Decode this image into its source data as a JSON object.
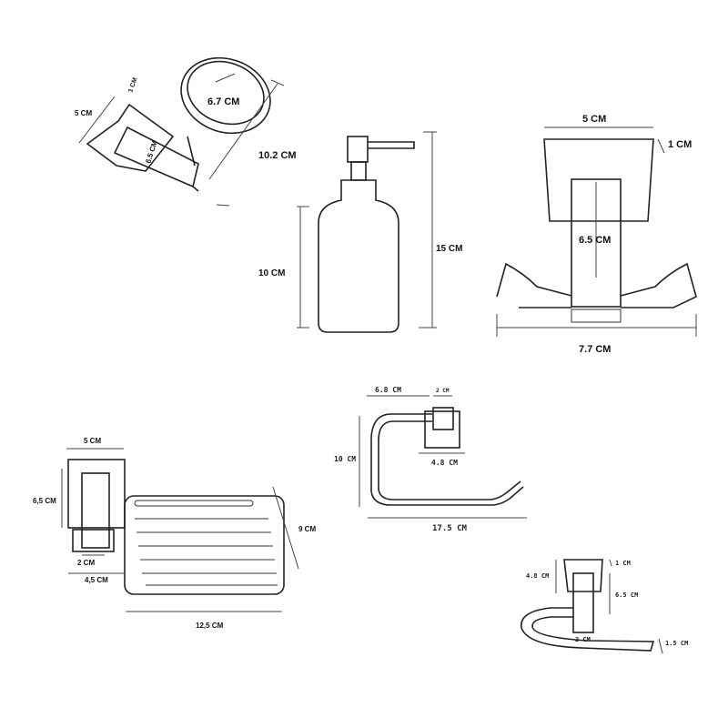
{
  "products": {
    "tumbler_holder": {
      "depth_1": "1 CM",
      "plate": "5 CM",
      "diameter": "6.7 CM",
      "arm": "6.5 CM",
      "length": "10.2 CM"
    },
    "soap_dispenser": {
      "body_height": "10 CM",
      "total_height": "15 CM"
    },
    "robe_hook": {
      "width": "5 CM",
      "depth": "1 CM",
      "height": "6.5 CM",
      "length": "7.7 CM"
    },
    "soap_dish": {
      "width": "5 CM",
      "height": "6,5 CM",
      "base": "2 CM",
      "offset": "4,5 CM",
      "depth": "9 CM",
      "length": "12,5 CM"
    },
    "towel_ring": {
      "arm": "6.8 CM",
      "plate_depth": "2 CM",
      "height": "10 CM",
      "plate": "4.8 CM",
      "length": "17.5 CM"
    },
    "towel_ring_side": {
      "depth": "1 CM",
      "plate": "4.8 CM",
      "height": "6.5 CM",
      "width": "2 CM",
      "thickness": "1.5 CM"
    }
  }
}
